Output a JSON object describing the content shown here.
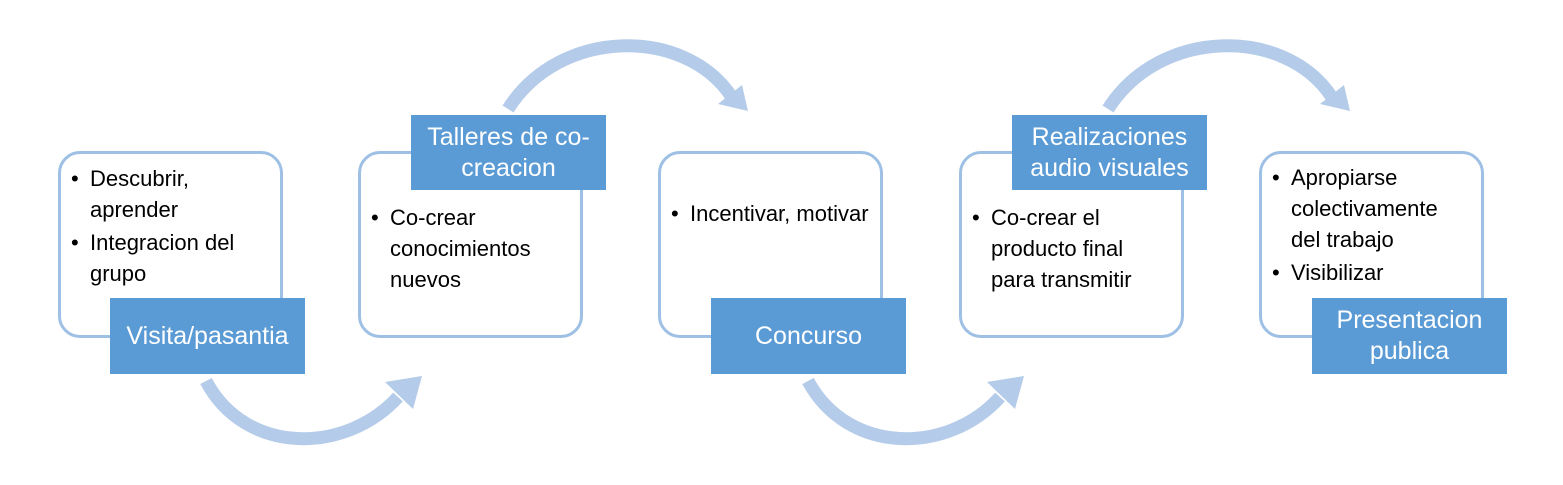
{
  "stages": [
    {
      "label": "Visita/pasantia",
      "bullets": [
        "Descubrir, aprender",
        "Integracion del grupo"
      ]
    },
    {
      "label": "Talleres de co-creacion",
      "bullets": [
        "Co-crear conocimientos nuevos"
      ]
    },
    {
      "label": "Concurso",
      "bullets": [
        "Incentivar, motivar"
      ]
    },
    {
      "label": "Realizaciones audio visuales",
      "bullets": [
        "Co-crear el producto final para transmitir"
      ]
    },
    {
      "label": "Presentacion publica",
      "bullets": [
        "Apropiarse colectivamente del trabajo",
        "Visibilizar"
      ]
    }
  ],
  "colors": {
    "label_fill": "#5b9bd5",
    "card_border": "#9ec0e4",
    "arrow": "#b4cbe9",
    "label_text": "#ffffff",
    "bullet_text": "#000000"
  }
}
